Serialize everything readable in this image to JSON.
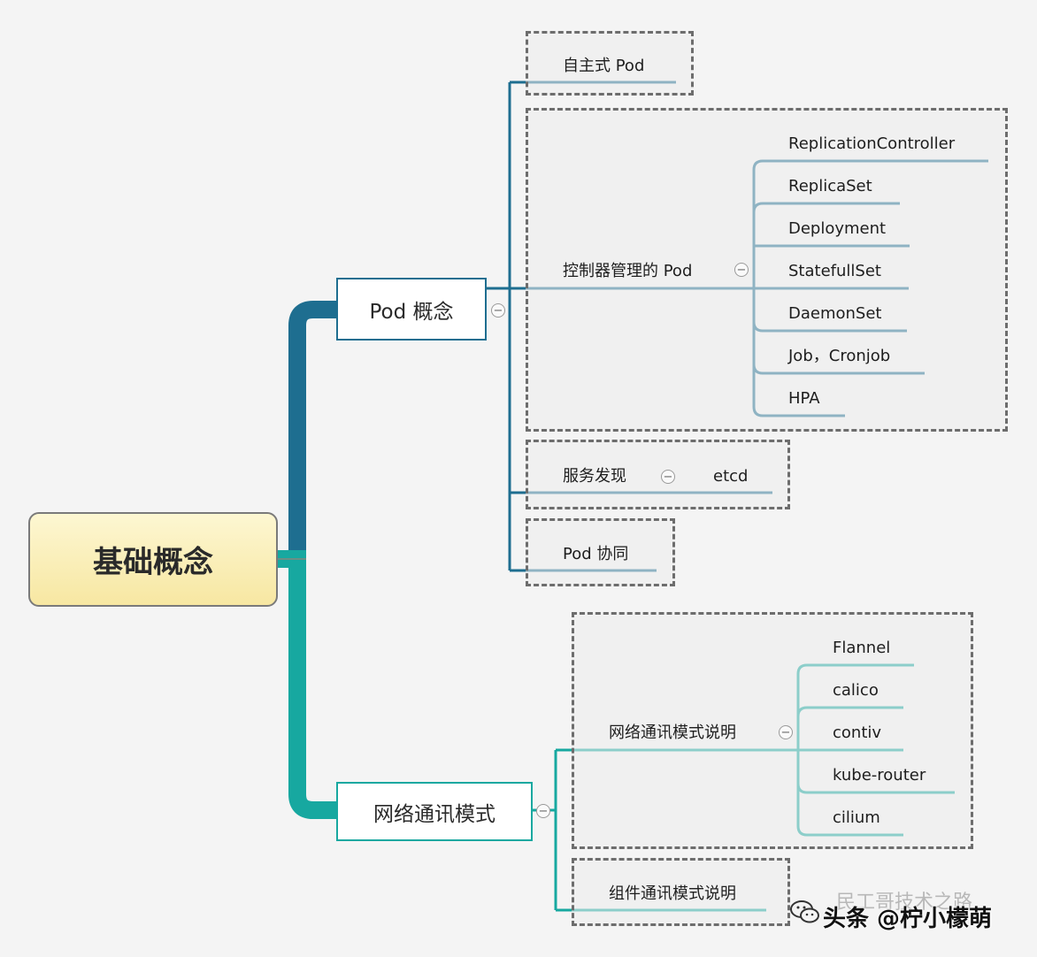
{
  "root": {
    "label": "基础概念"
  },
  "pod_concept": {
    "label": "Pod 概念",
    "collapse_symbol": "−",
    "self_pod": "自主式 Pod",
    "controller": {
      "label": "控制器管理的 Pod",
      "collapse_symbol": "−",
      "items": [
        "ReplicationController",
        "ReplicaSet",
        "Deployment",
        "StatefullSet",
        "DaemonSet",
        "Job，Cronjob",
        "HPA"
      ]
    },
    "service_discovery": {
      "label": "服务发现",
      "collapse_symbol": "−",
      "child": "etcd"
    },
    "pod_cooperation": "Pod 协同"
  },
  "network": {
    "label": "网络通讯模式",
    "collapse_symbol": "−",
    "network_desc": {
      "label": "网络通讯模式说明",
      "collapse_symbol": "−",
      "items": [
        "Flannel",
        "calico",
        "contiv",
        "kube-router",
        "cilium"
      ]
    },
    "component_desc": "组件通讯模式说明"
  },
  "watermark": {
    "text": "头条 @柠小檬萌",
    "faint": "民工哥技术之路"
  },
  "colors": {
    "pod_branch": "#1e6e90",
    "net_branch": "#17a8a0",
    "dashed": "#6d6d6d"
  }
}
